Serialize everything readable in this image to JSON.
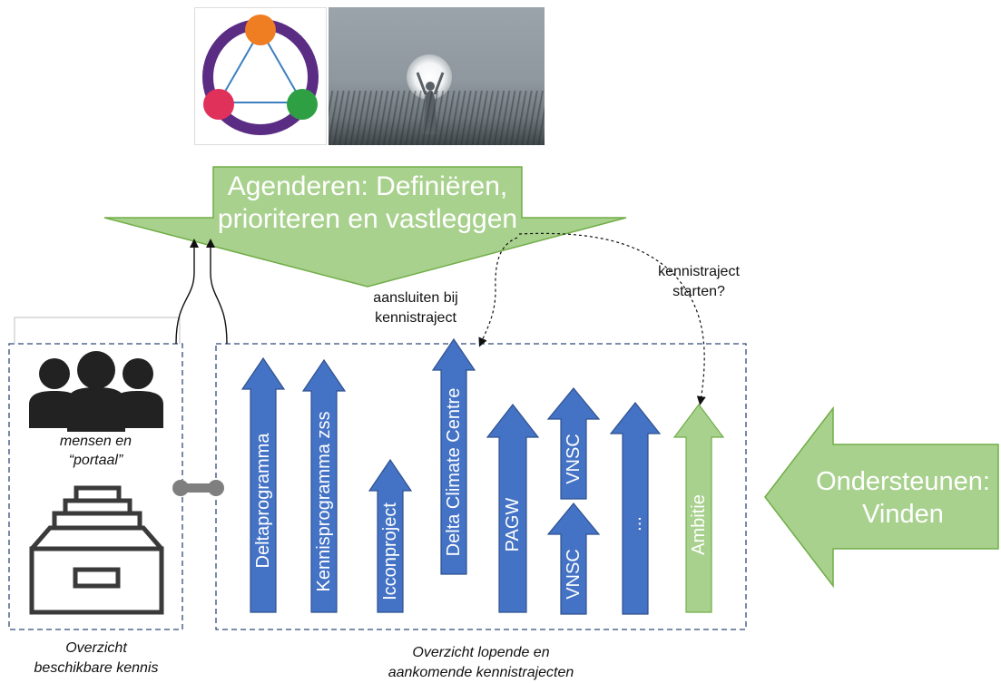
{
  "top_banner": {
    "line1": "Agenderen: Definiëren,",
    "line2": "prioriteren en vastleggen",
    "fill_color": "#a9d18e"
  },
  "right_arrow": {
    "line1": "Ondersteunen:",
    "line2": "Vinden",
    "fill_color": "#a9d18e"
  },
  "annotations": {
    "aansluiten_line1": "aansluiten bij",
    "aansluiten_line2": "kennistraject",
    "starten_line1": "kennistraject",
    "starten_line2": "starten?"
  },
  "left_box": {
    "people_line1": "mensen en",
    "people_line2": "“portaal”",
    "caption_line1": "Overzicht",
    "caption_line2": "beschikbare kennis"
  },
  "right_box": {
    "caption_line1": "Overzicht lopende en",
    "caption_line2": "aankomende kennistrajecten"
  },
  "knowledge_arrows": [
    {
      "label": "Deltaprogramma",
      "color": "#4472c4"
    },
    {
      "label": "Kennisprogramma  zss",
      "color": "#4472c4"
    },
    {
      "label": "Icconproject",
      "color": "#4472c4"
    },
    {
      "label": "Delta Climate Centre",
      "color": "#4472c4"
    },
    {
      "label": "PAGW",
      "color": "#4472c4"
    },
    {
      "label": "VNSC",
      "color": "#4472c4"
    },
    {
      "label": "VNSC",
      "color": "#4472c4"
    },
    {
      "label": "...",
      "color": "#4472c4"
    },
    {
      "label": "Ambitie",
      "color": "#a9d18e"
    }
  ],
  "colors": {
    "blue": "#4472c4",
    "blue_stroke": "#2f528f",
    "green": "#a9d18e",
    "green_stroke": "#70ad47",
    "dashed_border": "#2f4a7a",
    "icon_dark": "#222222",
    "connector_gray": "#7f7f7f"
  },
  "images": {
    "wheel_image": "sustainability-wheel-image",
    "moon_image": "child-holding-moon-image"
  }
}
